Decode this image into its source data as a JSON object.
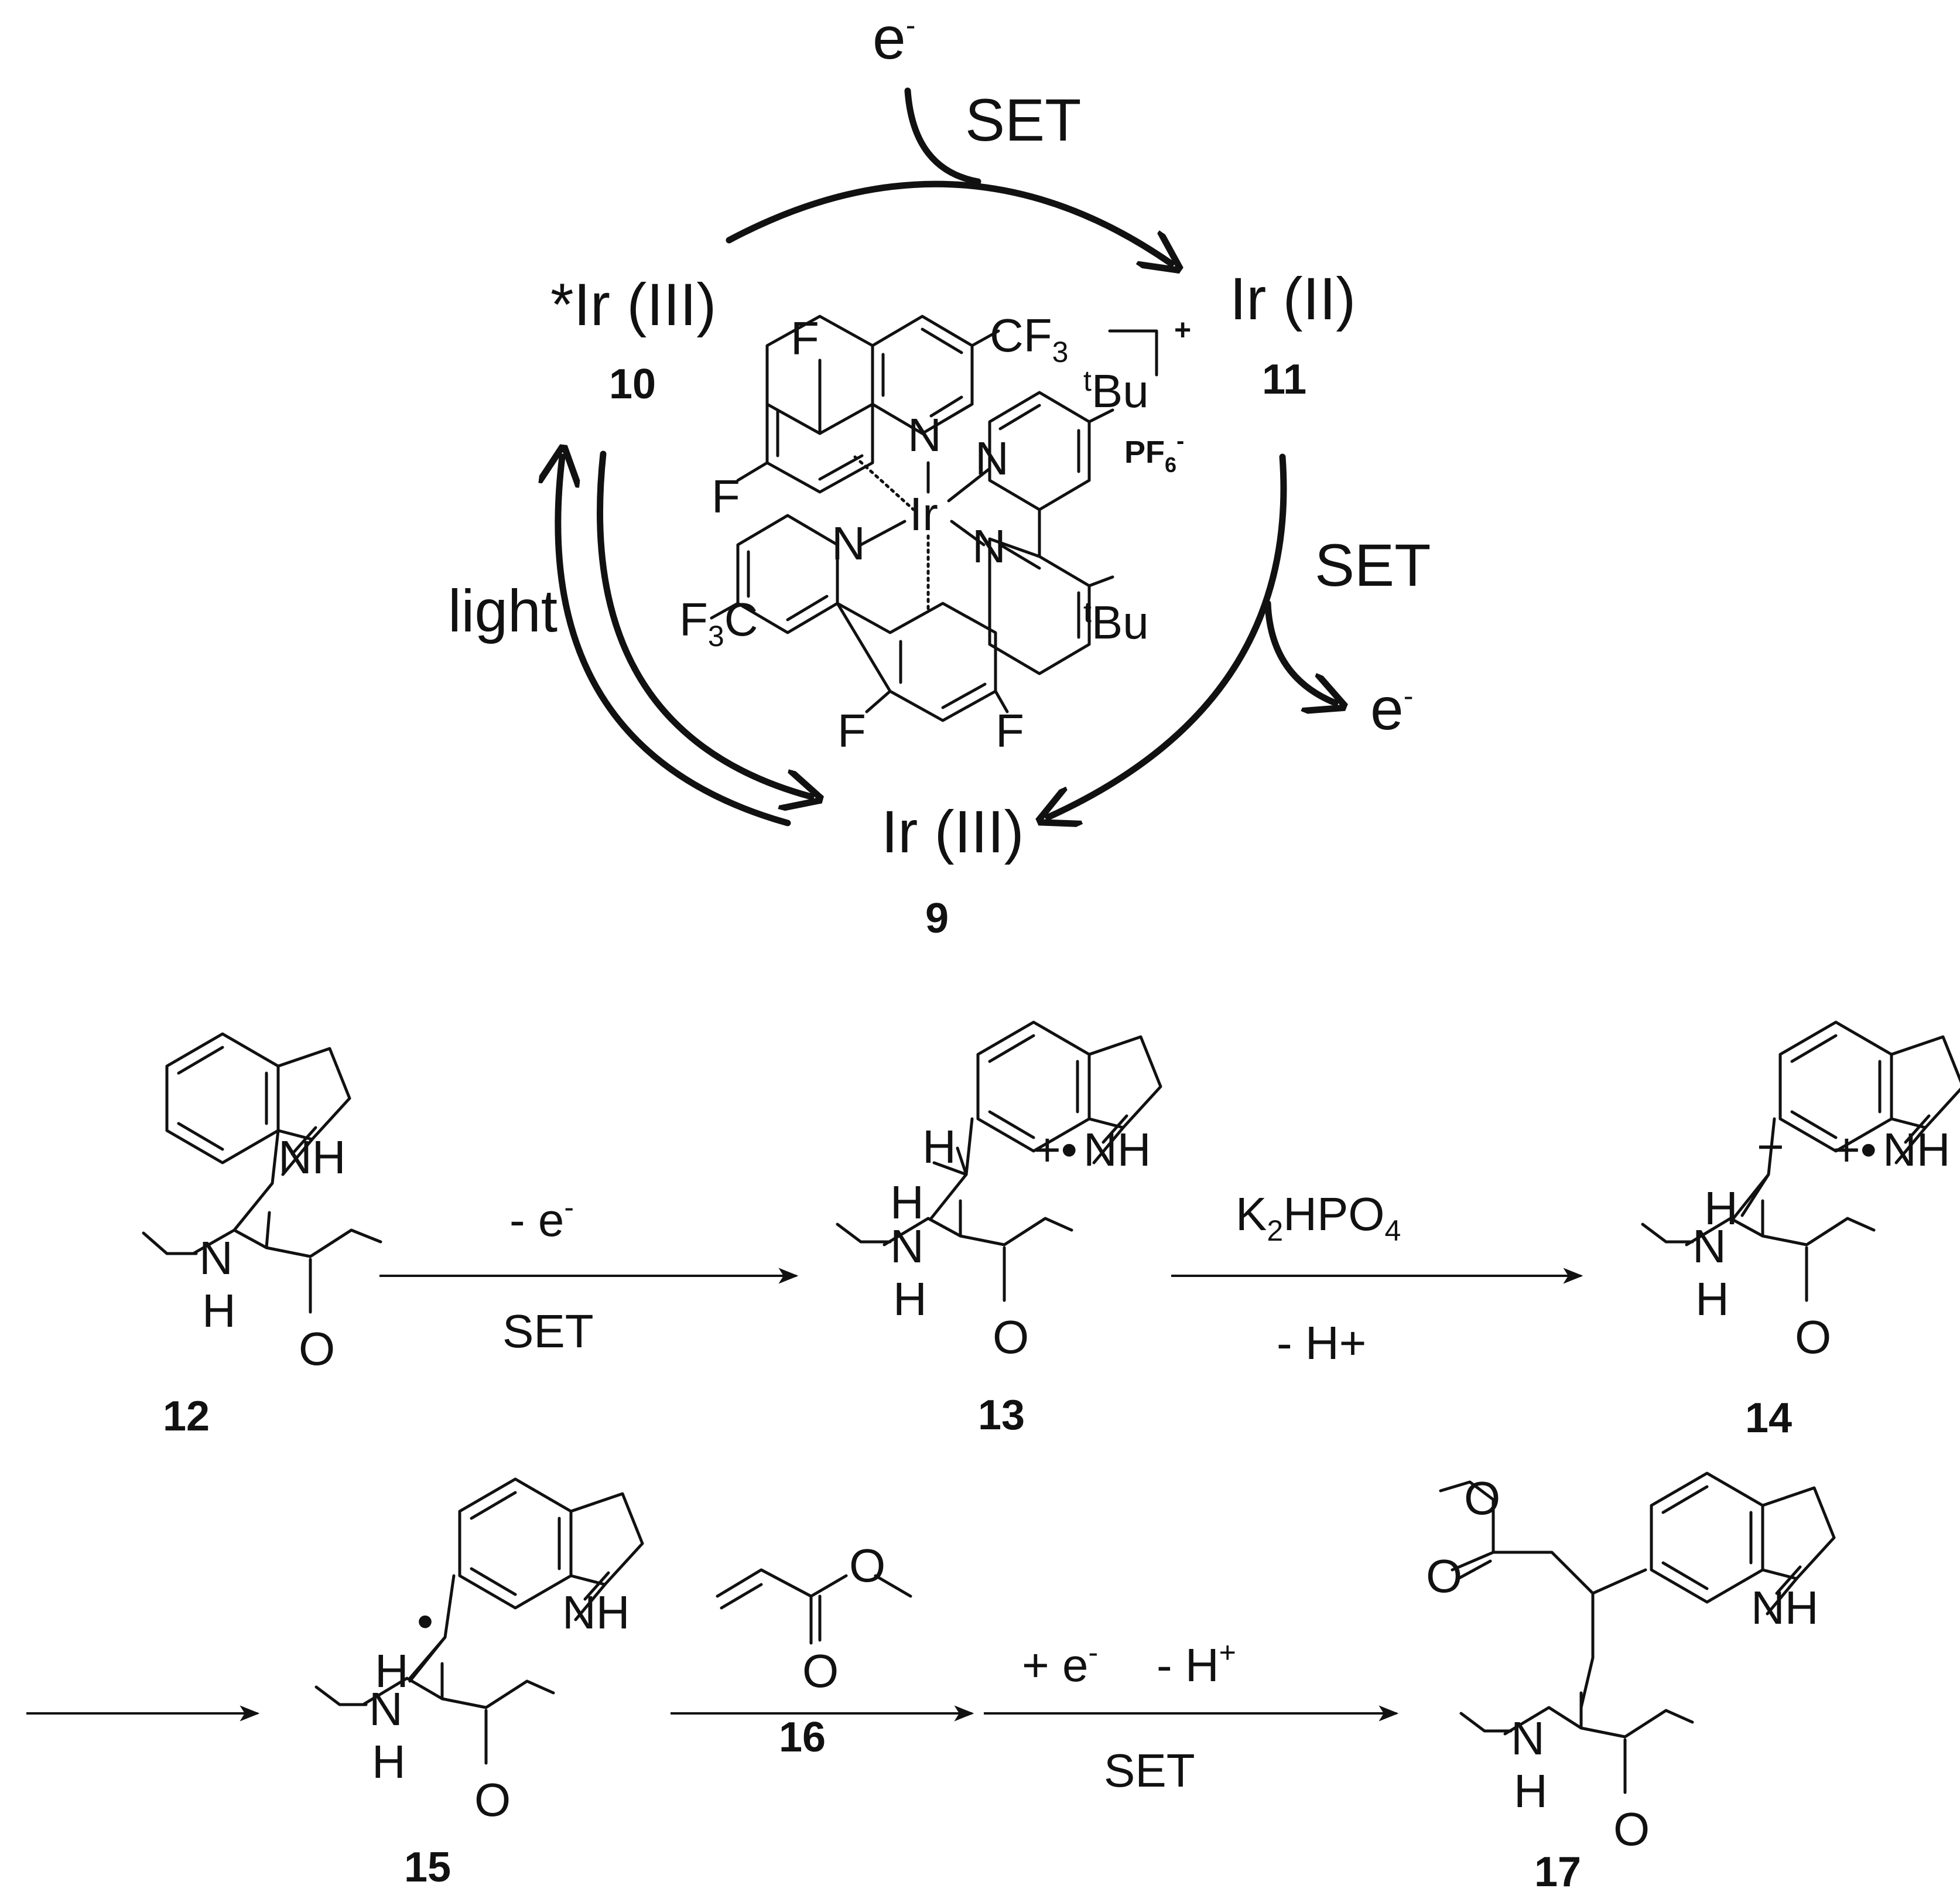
{
  "cycle": {
    "electron_in": "e",
    "electron_in_charge": "-",
    "set_top": "SET",
    "excited_ir": "*Ir (III)",
    "excited_ir_number": "10",
    "reduced_ir": "Ir (II)",
    "reduced_ir_number": "11",
    "ground_ir": "Ir (III)",
    "ground_ir_number": "9",
    "light": "light",
    "set_right": "SET",
    "electron_out": "e",
    "electron_out_charge": "-"
  },
  "catalyst": {
    "ir": "Ir",
    "cf3_top": "CF",
    "cf3_top_sub": "3",
    "f_top": "F",
    "f_left": "F",
    "f3c": "F",
    "f3c_sub": "3",
    "f3c_c": "C",
    "f_bottom_left": "F",
    "f_bottom_right": "F",
    "n1": "N",
    "n2": "N",
    "n3": "N",
    "n4": "N",
    "tbu_sup": "t",
    "tbu": "Bu",
    "charge": "+",
    "counterion": "PF",
    "counterion_sub": "6",
    "counterion_charge": "-"
  },
  "mechanism": {
    "step1_top": "- e",
    "step1_top_charge": "-",
    "step1_bottom": "SET",
    "step2_top_main": "K",
    "step2_top_sub1": "2",
    "step2_top_mid": "HPO",
    "step2_top_sub2": "4",
    "step2_bottom": "- H+",
    "reagent_number": "16",
    "step4_top_a": "+ e",
    "step4_top_a_charge": "-",
    "step4_top_b": "- H",
    "step4_top_b_charge": "+",
    "step4_bottom": "SET"
  },
  "atoms": {
    "nh": "NH",
    "n": "N",
    "h": "H",
    "o": "O",
    "plus_radical": "+•",
    "minus": "−",
    "radical": "•"
  },
  "compounds": {
    "c12": "12",
    "c13": "13",
    "c14": "14",
    "c15": "15",
    "c17": "17"
  }
}
